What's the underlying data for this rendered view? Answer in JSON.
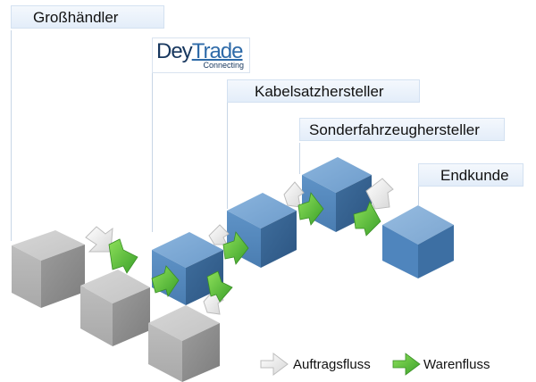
{
  "labels": {
    "grosshaendler": "Großhändler",
    "kabelsatz": "Kabelsatzhersteller",
    "sonderfahrzeug": "Sonderfahrzeughersteller",
    "endkunde": "Endkunde"
  },
  "logo": {
    "name_part1": "Dey",
    "name_part2": "Trade",
    "subtitle": "Connecting"
  },
  "legend": {
    "order_flow": "Auftragsfluss",
    "goods_flow": "Warenfluss"
  },
  "colors": {
    "grey_cube": "#b9b9b9",
    "blue_cube": "#5b8ec3",
    "green_arrow": "#5cc03a",
    "order_arrow": "#eeeeee",
    "label_bg": "#eaf1fa"
  }
}
